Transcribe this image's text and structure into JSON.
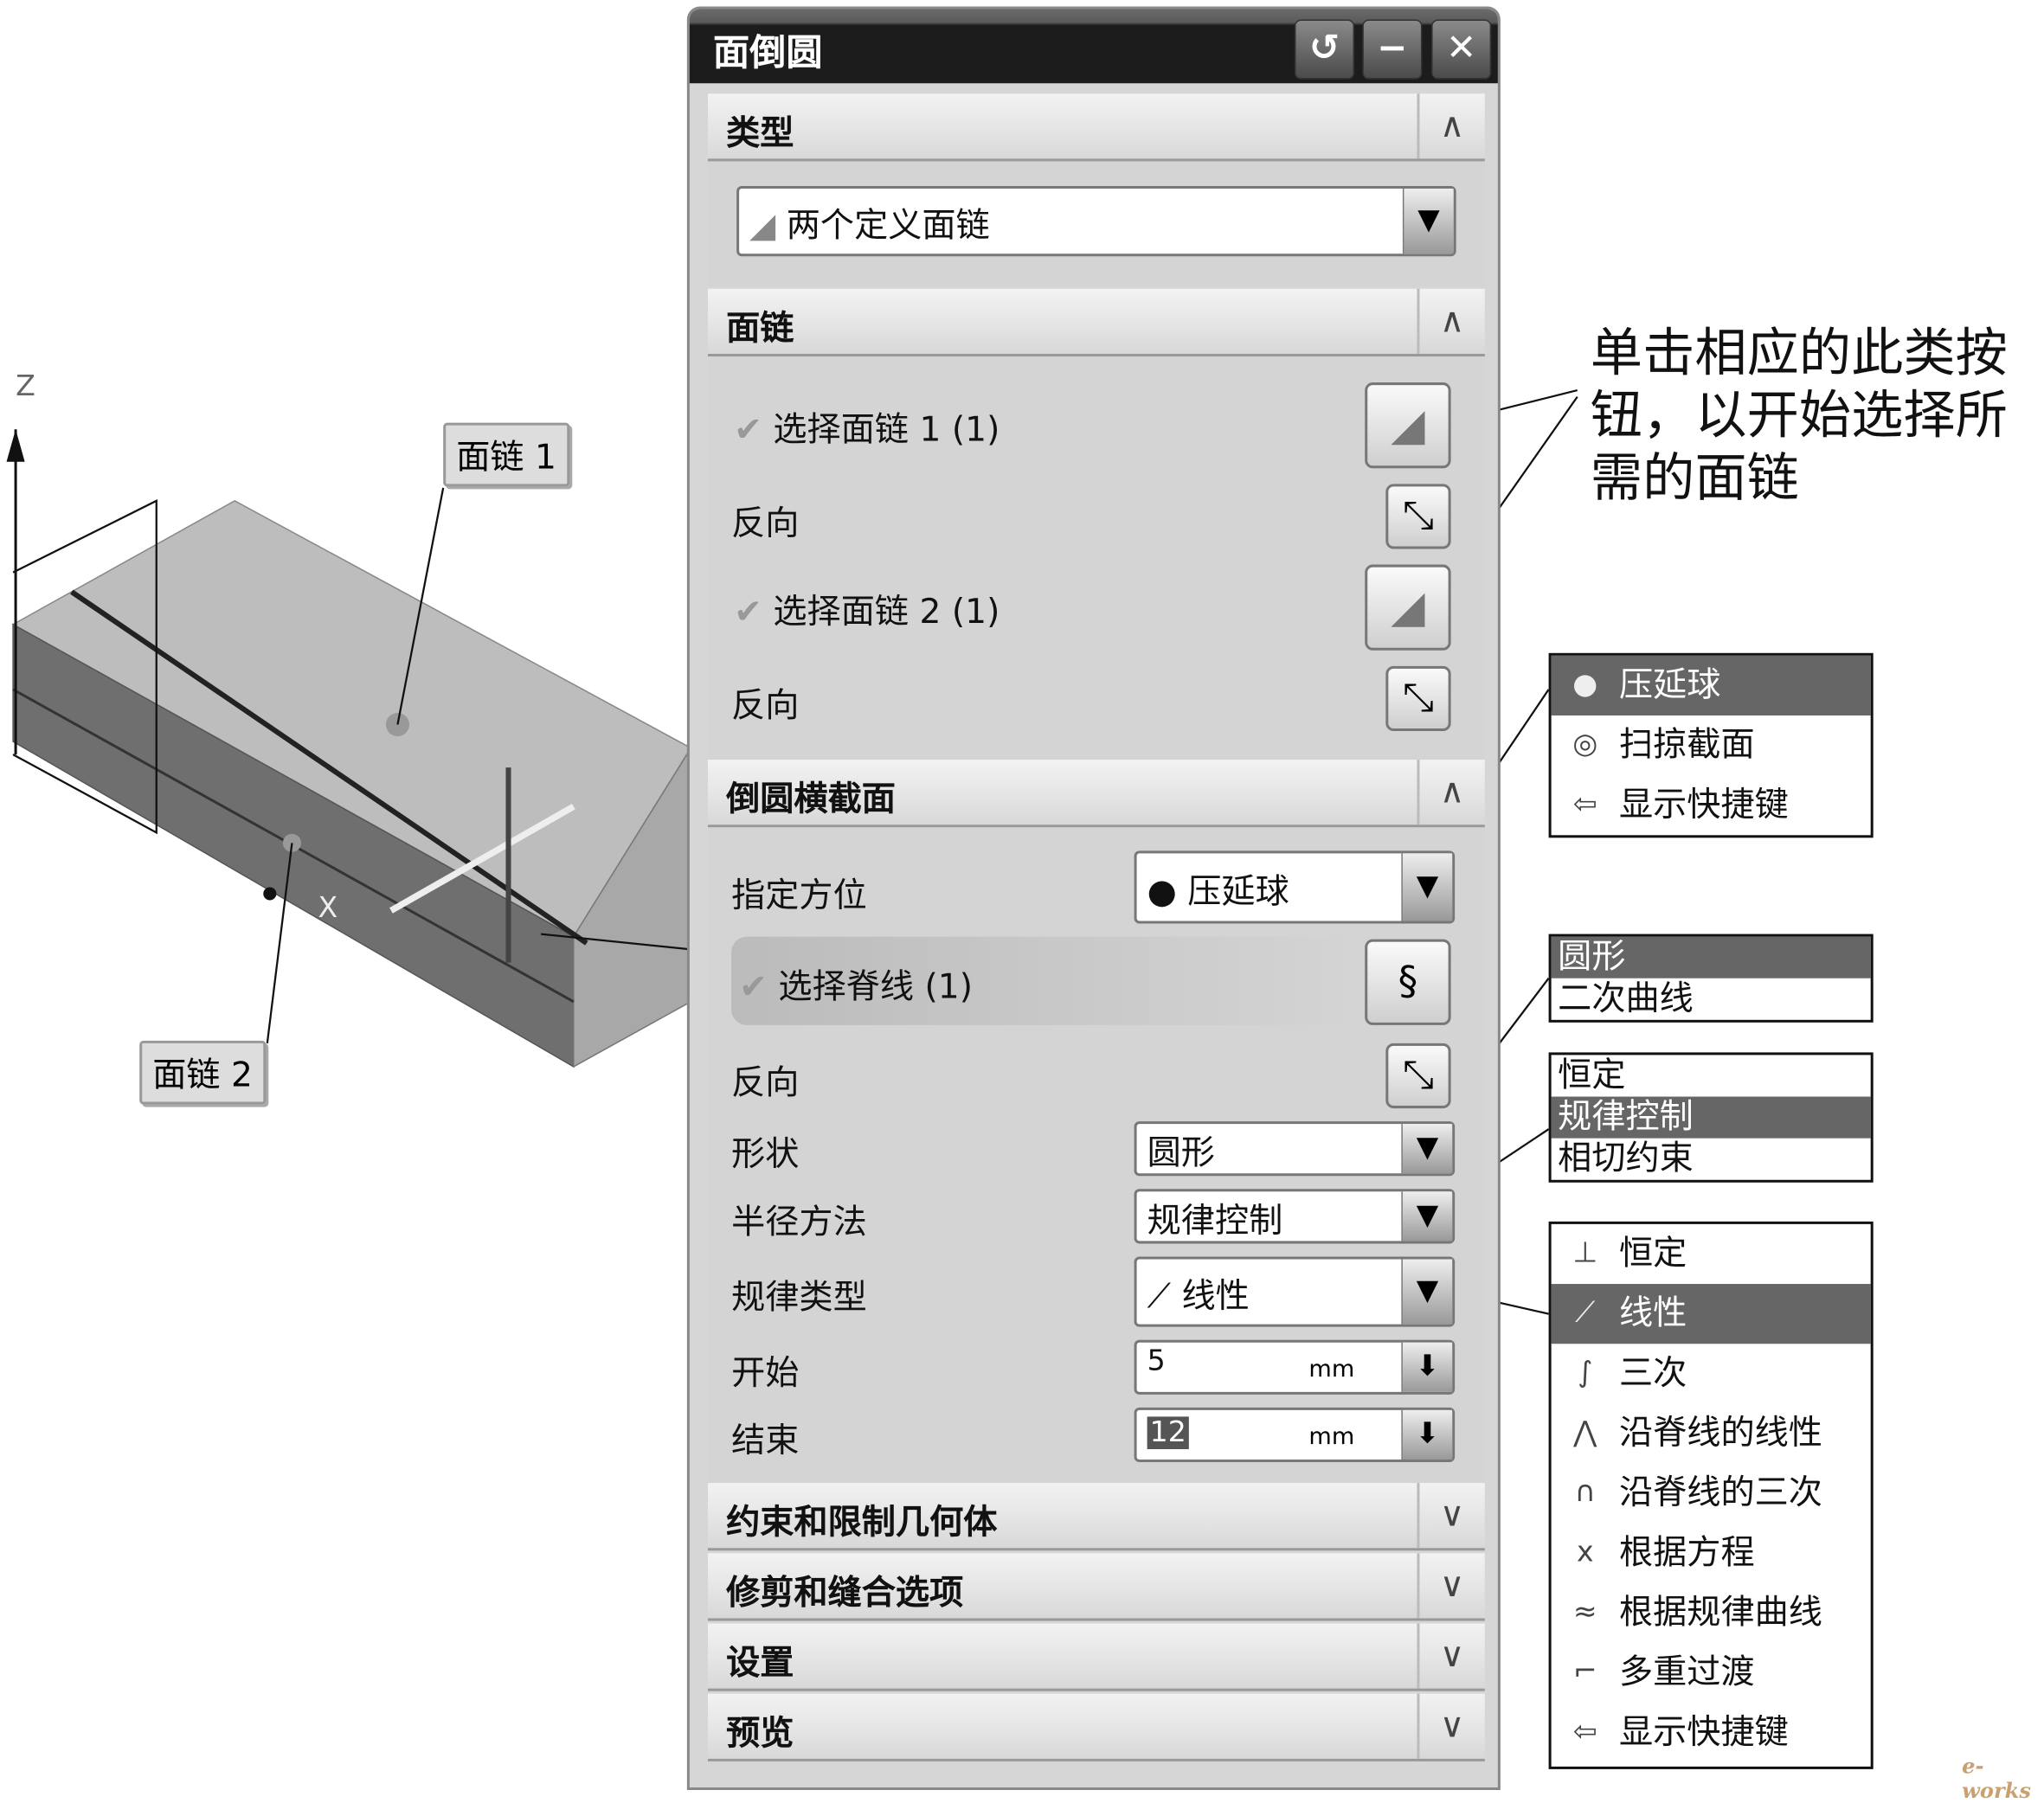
{
  "dialog": {
    "title": "面倒圆",
    "buttons": {
      "reset": "↺",
      "minimize": "−",
      "close": "✕"
    }
  },
  "sections": {
    "type": {
      "title": "类型",
      "value": "两个定义面链"
    },
    "face_chain": {
      "title": "面链",
      "select1": "选择面链 1 (1)",
      "reverse1": "反向",
      "select2": "选择面链 2 (1)",
      "reverse2": "反向"
    },
    "cross_section": {
      "title": "倒圆横截面",
      "orientation_label": "指定方位",
      "orientation_value": "压延球",
      "spine_label": "选择脊线 (1)",
      "reverse": "反向",
      "shape_label": "形状",
      "shape_value": "圆形",
      "radius_method_label": "半径方法",
      "radius_method_value": "规律控制",
      "law_type_label": "规律类型",
      "law_type_value": "线性",
      "start_label": "开始",
      "start_value": "5",
      "start_unit": "mm",
      "end_label": "结束",
      "end_value": "12",
      "end_unit": "mm"
    },
    "constraints": {
      "title": "约束和限制几何体"
    },
    "trim": {
      "title": "修剪和缝合选项"
    },
    "settings": {
      "title": "设置"
    },
    "preview": {
      "title": "预览"
    }
  },
  "model": {
    "axis_z": "Z",
    "axis_x": "X",
    "callout1": "面链 1",
    "callout2": "面链 2"
  },
  "annotation": {
    "lines": [
      "单击相应的此类按",
      "钮，以开始选择所",
      "需的面链"
    ]
  },
  "menus": {
    "orientation": [
      {
        "label": "压延球",
        "selected": true
      },
      {
        "label": "扫掠截面",
        "selected": false
      },
      {
        "label": "显示快捷键",
        "selected": false
      }
    ],
    "shape": [
      {
        "label": "圆形",
        "selected": true
      },
      {
        "label": "二次曲线",
        "selected": false
      }
    ],
    "radius": [
      {
        "label": "恒定",
        "selected": false
      },
      {
        "label": "规律控制",
        "selected": true
      },
      {
        "label": "相切约束",
        "selected": false
      }
    ],
    "law": [
      {
        "label": "恒定"
      },
      {
        "label": "线性",
        "selected": true
      },
      {
        "label": "三次"
      },
      {
        "label": "沿脊线的线性"
      },
      {
        "label": "沿脊线的三次"
      },
      {
        "label": "根据方程"
      },
      {
        "label": "根据规律曲线"
      },
      {
        "label": "多重过渡"
      },
      {
        "label": "显示快捷键"
      }
    ]
  },
  "watermark": "e-works"
}
